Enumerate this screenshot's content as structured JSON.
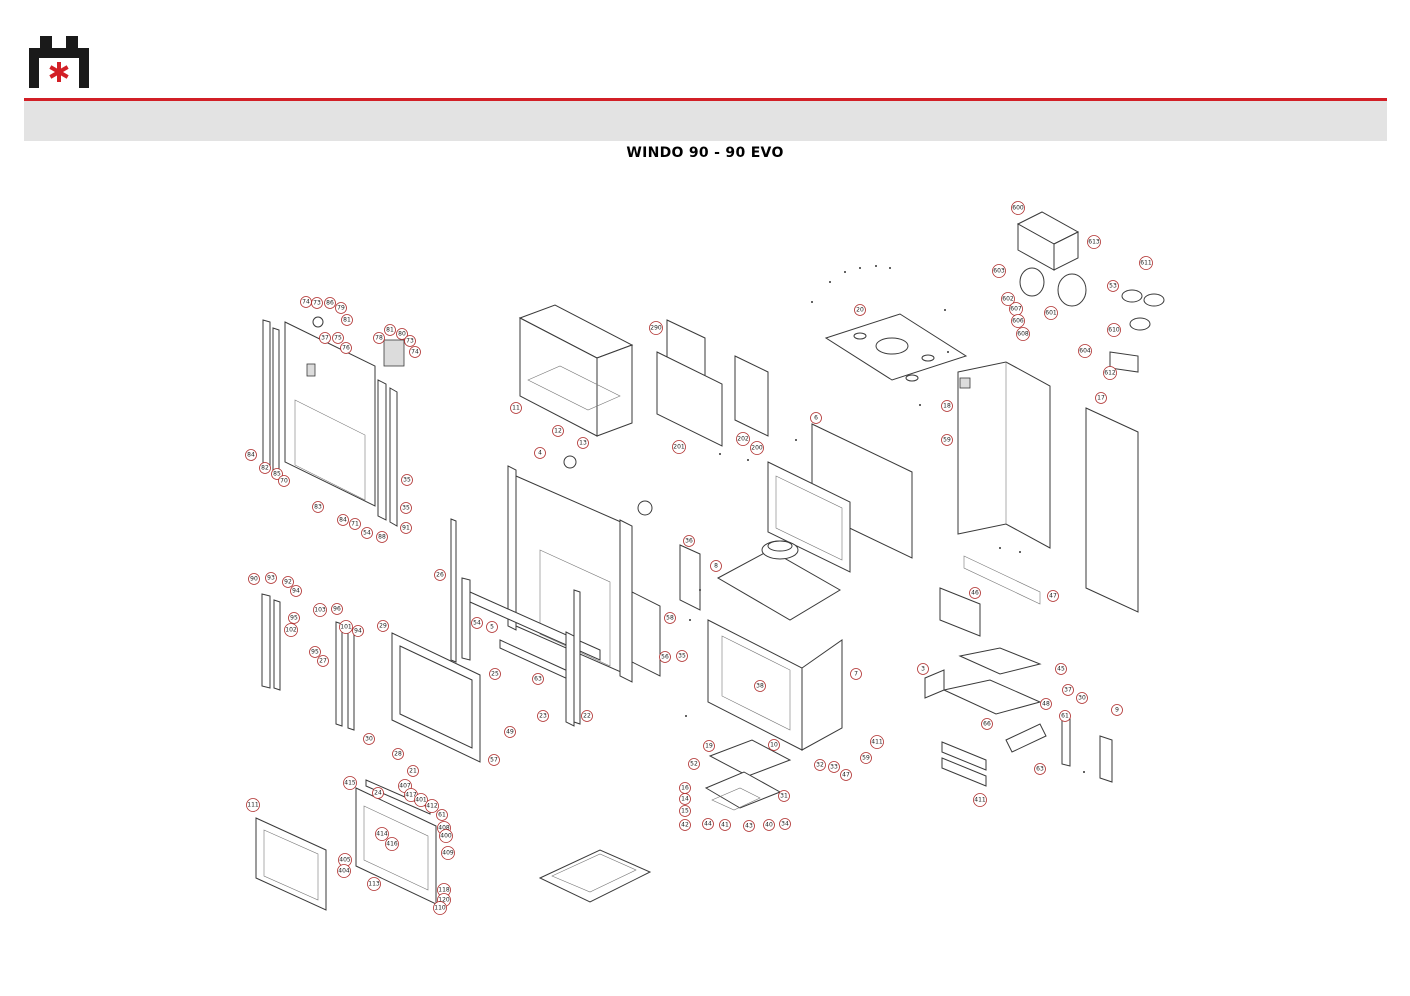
{
  "header": {
    "title": "WINDO 90 - 90 EVO",
    "brand_color": "#d21f26",
    "bar_color": "#e3e3e3"
  },
  "callouts": [
    "600",
    "613",
    "603",
    "602",
    "607",
    "606",
    "608",
    "601",
    "604",
    "611",
    "53",
    "610",
    "612",
    "20",
    "18",
    "17",
    "59",
    "6",
    "290",
    "201",
    "202",
    "200",
    "11",
    "12",
    "13",
    "4",
    "74",
    "73",
    "86",
    "79",
    "81",
    "37",
    "75",
    "76",
    "81",
    "80",
    "73",
    "74",
    "78",
    "84",
    "82",
    "85",
    "70",
    "83",
    "84",
    "71",
    "54",
    "88",
    "35",
    "35",
    "91",
    "90",
    "93",
    "92",
    "94",
    "95",
    "102",
    "103",
    "96",
    "101",
    "94",
    "95",
    "27",
    "29",
    "30",
    "28",
    "21",
    "24",
    "26",
    "54",
    "5",
    "25",
    "63",
    "23",
    "22",
    "49",
    "57",
    "36",
    "8",
    "58",
    "35",
    "56",
    "47",
    "46",
    "3",
    "45",
    "37",
    "48",
    "66",
    "61",
    "30",
    "9",
    "7",
    "38",
    "19",
    "52",
    "10",
    "16",
    "14",
    "15",
    "42",
    "44",
    "41",
    "43",
    "40",
    "34",
    "31",
    "32",
    "33",
    "47",
    "59",
    "411",
    "63",
    "411",
    "415",
    "407",
    "417",
    "401",
    "412",
    "61",
    "408",
    "414",
    "416",
    "400",
    "409",
    "405",
    "404",
    "113",
    "118",
    "120",
    "110",
    "111"
  ]
}
